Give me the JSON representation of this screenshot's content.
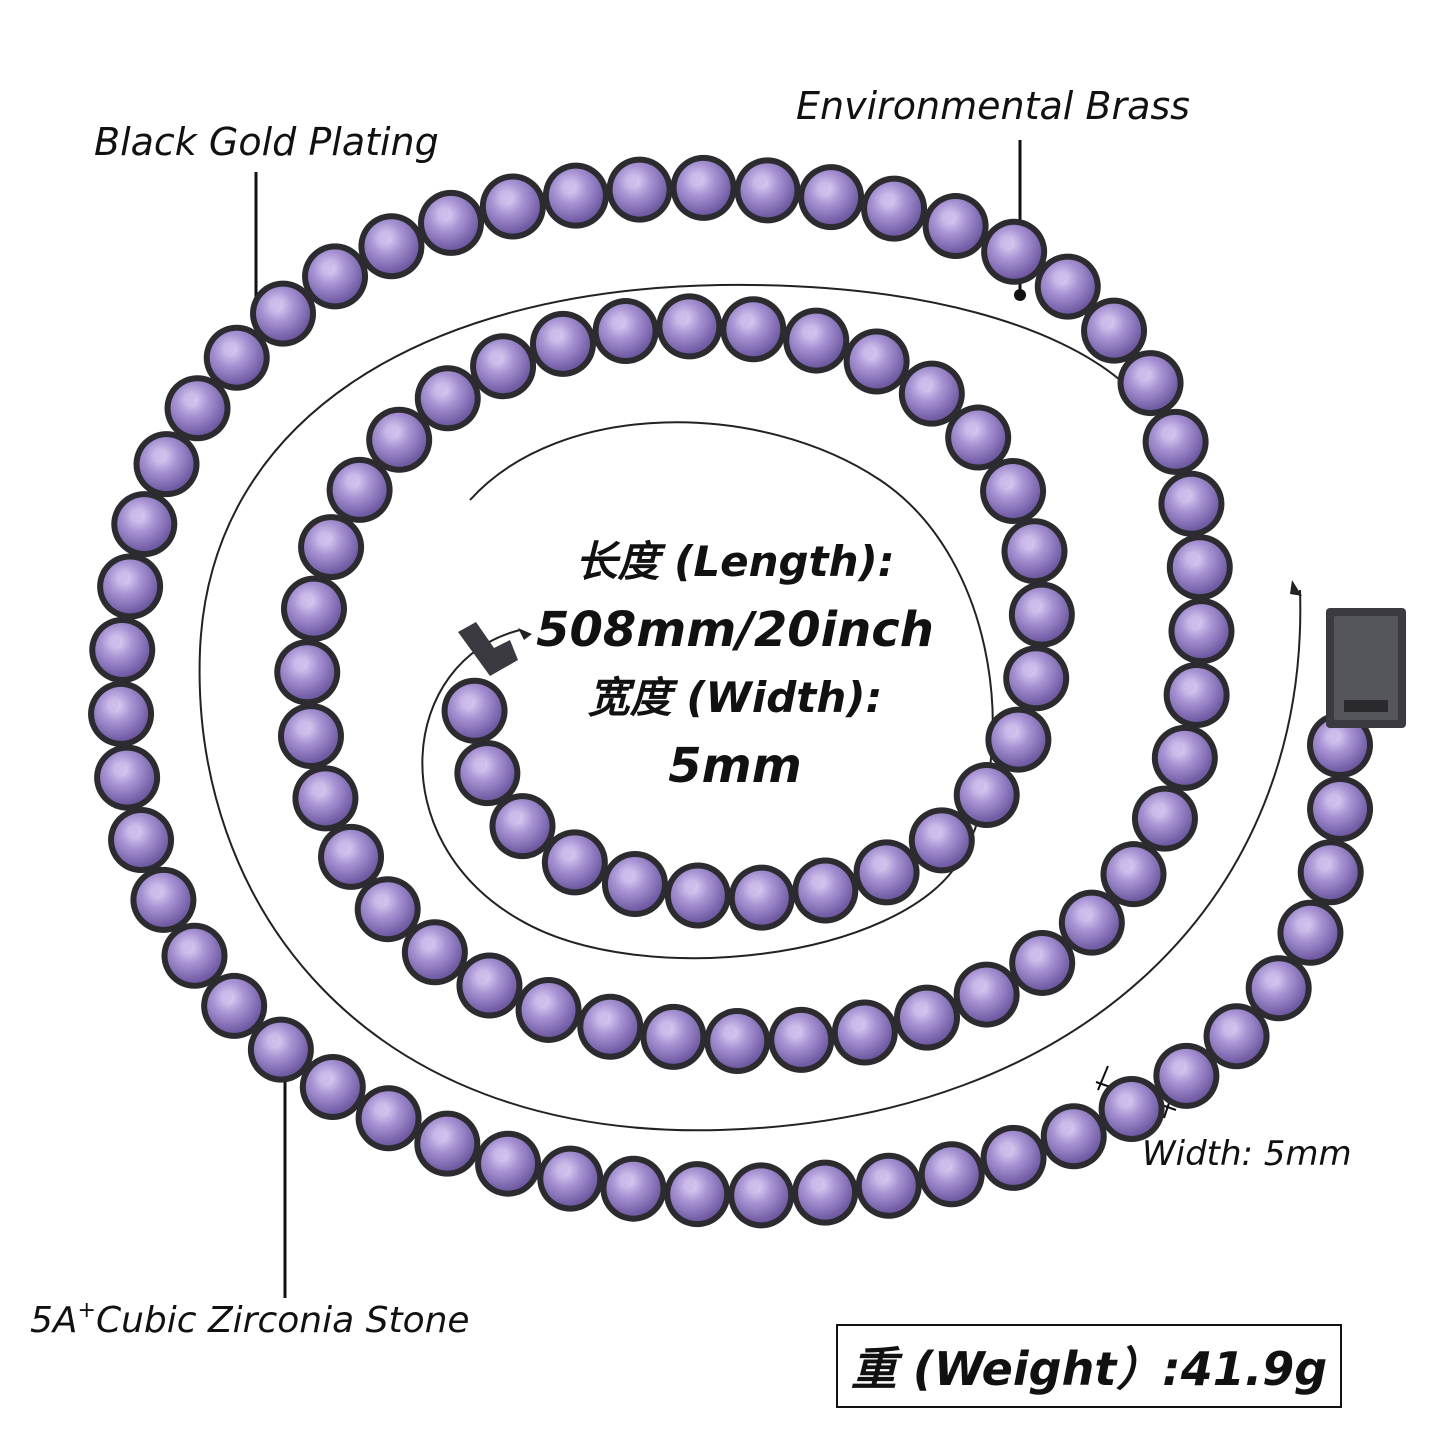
{
  "labels": {
    "plating": "Black Gold Plating",
    "brass": "Environmental Brass",
    "stone_prefix": "5A",
    "stone_sup": "+",
    "stone_rest": "Cubic Zirconia Stone",
    "width_small": "Width: 5mm"
  },
  "specs": {
    "length_label": "长度 (Length):",
    "length_value": "508mm/20inch",
    "width_label": "宽度 (Width):",
    "width_value": "5mm",
    "weight": "重 (Weight）:41.9g"
  },
  "colors": {
    "background": "#ffffff",
    "stone": "#9b86c8",
    "stone_light": "#c9b8ea",
    "setting": "#2b2b30",
    "text": "#111111"
  },
  "icons": [
    "necklace-chain",
    "box-clasp",
    "hook-clasp",
    "direction-arrow"
  ]
}
